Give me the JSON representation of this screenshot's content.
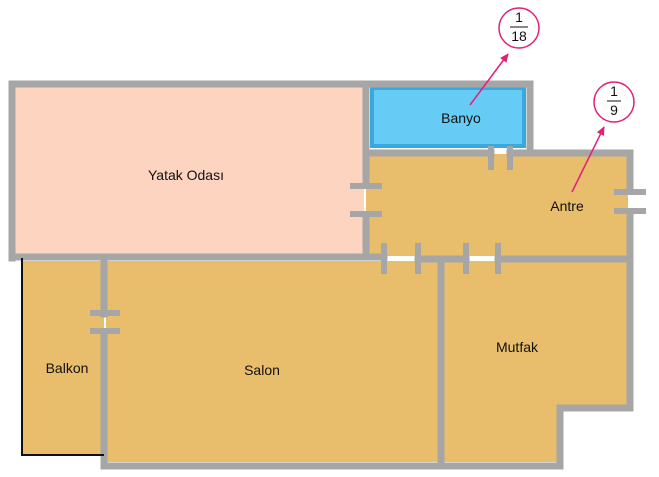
{
  "rooms": {
    "bedroom": "Yatak Odası",
    "bathroom": "Banyo",
    "hall": "Antre",
    "balcony": "Balkon",
    "living_room": "Salon",
    "kitchen": "Mutfak"
  },
  "callouts": {
    "bathroom": {
      "numerator": "1",
      "denominator": "18"
    },
    "hall": {
      "numerator": "1",
      "denominator": "9"
    }
  },
  "colors": {
    "bedroom": "#fdd4c0",
    "bathroom": "#66ccf5",
    "floor": "#e8bd6b",
    "wall": "#a6a6a6",
    "callout": "#e0217a"
  }
}
